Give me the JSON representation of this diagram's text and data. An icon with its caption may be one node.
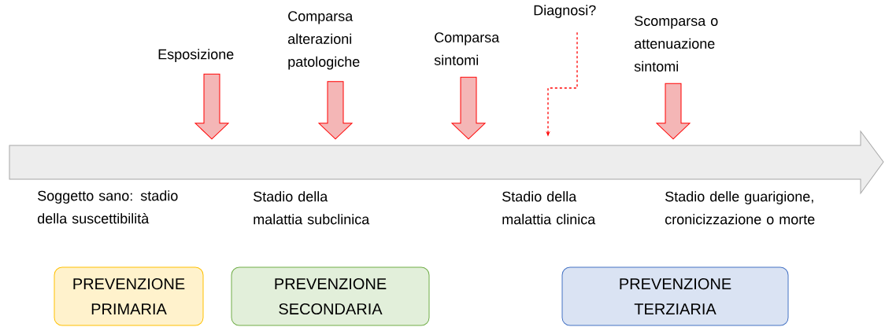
{
  "diagram": {
    "nodes": [
      {
        "text": [
          "Esposizione"
        ]
      },
      {
        "text": [
          "Comparsa alterazioni patologiche"
        ]
      },
      {
        "text": [
          "Comparsa sintomi"
        ]
      },
      {
        "text": [
          "Diagnosi?"
        ]
      },
      {
        "text": [
          "Scomparsa o attenuazione sintomi"
        ]
      },
      {
        "text": [],
        "shape": "bar"
      },
      {
        "text": [
          "PREVENZIONE PRIMARIA"
        ]
      },
      {
        "text": [
          "PREVENZIONE SECONDARIA"
        ]
      },
      {
        "text": [
          "PREVENZIONE TERZIARIA"
        ]
      }
    ],
    "edges": [
      {
        "from": 0,
        "to": 5,
        "arrow": "to",
        "style": "thick"
      },
      {
        "from": 1,
        "to": 5,
        "arrow": "to",
        "style": "thick"
      },
      {
        "from": 2,
        "to": 5,
        "arrow": "to",
        "style": "thick"
      },
      {
        "from": 3,
        "to": 5,
        "arrow": "to",
        "style": "dashed",
        "color": "#ff0000"
      },
      {
        "from": 4,
        "to": 5,
        "arrow": "to",
        "style": "thick"
      }
    ],
    "labels": [
      "Soggetto sano: stadio della suscettibilità",
      "Stadio della malattia subclinica",
      "Stadio della malattia clinica",
      "Stadio delle guarigione, cronicizzazione o morte"
    ]
  }
}
